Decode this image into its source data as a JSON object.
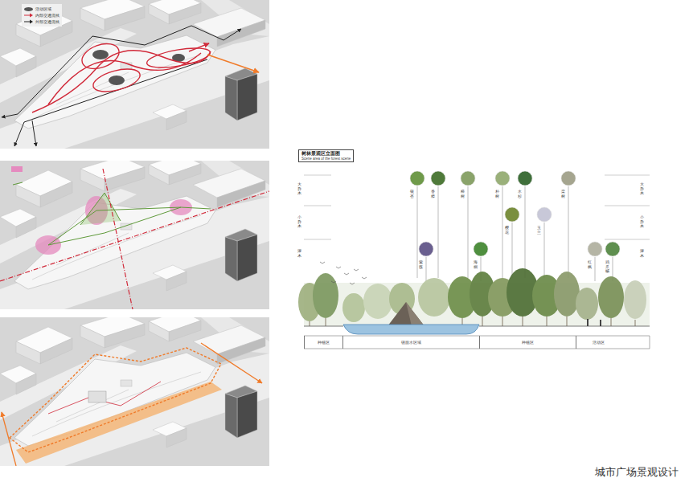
{
  "diagram": {
    "title": "城市广场景观设计",
    "nodes": [
      {
        "text": [
          "树林景观区立面图",
          "Scene area of the forest scene"
        ]
      },
      {
        "text": [
          "种植区"
        ]
      },
      {
        "text": [
          "镜面水区域"
        ]
      },
      {
        "text": [
          "种植区"
        ]
      },
      {
        "text": [
          "活动区"
        ]
      }
    ],
    "labels": [
      "大乔木",
      "小乔木",
      "灌木",
      "大乔木",
      "小乔木",
      "灌木",
      "银杏",
      "香樟",
      "榉树",
      "朴树",
      "水杉",
      "栾树",
      "樱花",
      "玉兰",
      "紫薇",
      "海桐",
      "红枫",
      "鸡爪槭"
    ],
    "legend": [
      {
        "text": "活动区域",
        "color": "#555555"
      },
      {
        "text": "内部交通流线"
      },
      {
        "text": "外部交通流线"
      }
    ]
  }
}
